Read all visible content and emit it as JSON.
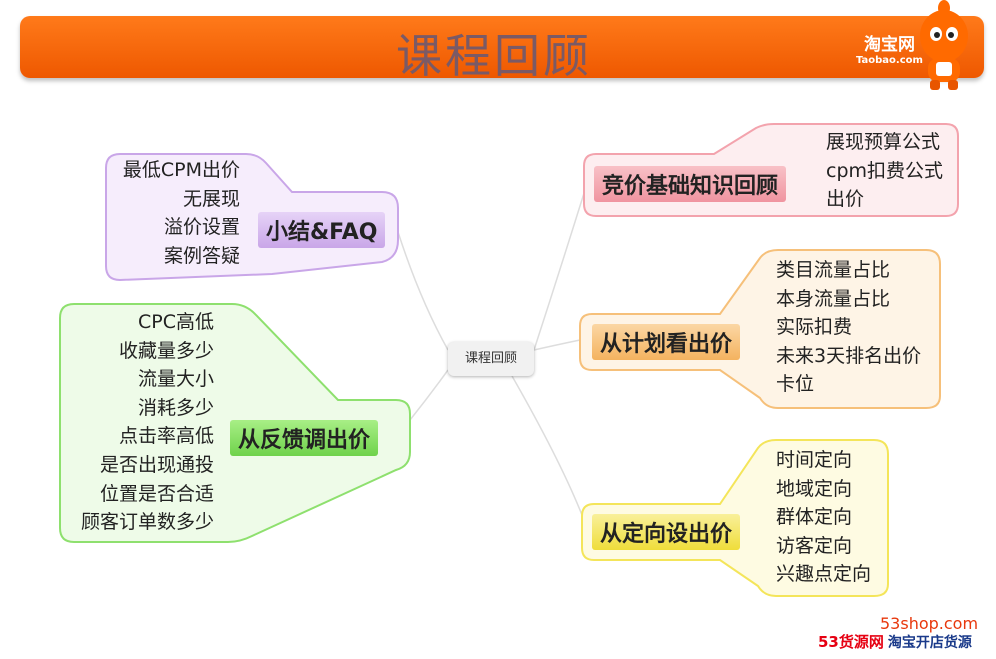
{
  "header": {
    "title": "课程回顾"
  },
  "brand": {
    "cn": "淘宝网",
    "en": "Taobao.com"
  },
  "center": {
    "label": "课程回顾"
  },
  "branches": {
    "summary": {
      "label": "小结&FAQ",
      "items": [
        "最低CPM出价",
        "无展现",
        "溢价设置",
        "案例答疑"
      ]
    },
    "feedback": {
      "label": "从反馈调出价",
      "items": [
        "CPC高低",
        "收藏量多少",
        "流量大小",
        "消耗多少",
        "点击率高低",
        "是否出现通投",
        "位置是否合适",
        "顾客订单数多少"
      ]
    },
    "basics": {
      "label": "竞价基础知识回顾",
      "items": [
        "展现预算公式",
        "cpm扣费公式",
        "出价"
      ]
    },
    "plan": {
      "label": "从计划看出价",
      "items": [
        "类目流量占比",
        "本身流量占比",
        "实际扣费",
        "未来3天排名出价",
        "卡位"
      ]
    },
    "targeting": {
      "label": "从定向设出价",
      "items": [
        "时间定向",
        "地域定向",
        "群体定向",
        "访客定向",
        "兴趣点定向"
      ]
    }
  },
  "colors": {
    "header": "#ff6a00",
    "summary": "#c9a6e8",
    "feedback": "#8ee06e",
    "basics": "#f3a3ad",
    "plan": "#f6c07a",
    "targeting": "#f4e55a"
  },
  "footer": {
    "url": "53shop.com",
    "brand_red": "53货源网",
    "brand_blue": "淘宝开店货源"
  }
}
